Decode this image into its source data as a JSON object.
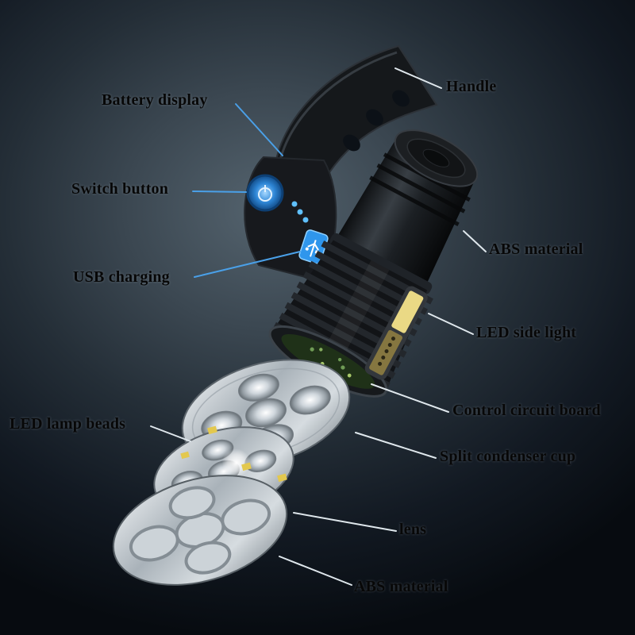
{
  "diagram": {
    "labels": [
      {
        "text": "Battery display"
      },
      {
        "text": "Switch button"
      },
      {
        "text": "USB charging"
      },
      {
        "text": "Handle"
      },
      {
        "text": "ABS material"
      },
      {
        "text": "LED side light"
      },
      {
        "text": "Control circuit board"
      },
      {
        "text": "Split condenser cup"
      },
      {
        "text": "LED lamp beads"
      },
      {
        "text": "lens"
      },
      {
        "text": "ABS material"
      }
    ],
    "palette": {
      "line_blue": "#4aa0e8",
      "line_light": "#dfe7ec",
      "accent_blue": "#2f8fe0",
      "cob_yellow": "#ead985",
      "pcb_green": "#6f9b55"
    }
  }
}
